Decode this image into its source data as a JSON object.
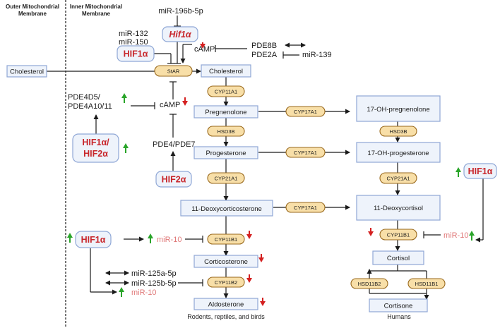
{
  "headers": {
    "outer_membrane": [
      "Outer Mitochondrial",
      "Membrane"
    ],
    "inner_membrane": [
      "Inner Mitochondrial",
      "Membrane"
    ]
  },
  "species": {
    "rodents": "Rodents, reptiles, and birds",
    "humans": "Humans"
  },
  "metabolites": {
    "cholesterol_outer": "Cholesterol",
    "cholesterol_inner": "Cholesterol",
    "pregnenolone": "Pregnenolone",
    "progesterone": "Progesterone",
    "deoxycorticosterone": "11-Deoxycorticosterone",
    "corticosterone": "Corticosterone",
    "aldosterone": "Aldosterone",
    "oh_pregnenolone": "17-OH-pregnenolone",
    "oh_progesterone": "17-OH-progesterone",
    "deoxycortisol": "11-Deoxycortisol",
    "cortisol": "Cortisol",
    "cortisone": "Cortisone"
  },
  "enzymes": {
    "star": "StAR",
    "cyp11a1": "CYP11A1",
    "hsd3b_left": "HSD3B",
    "cyp21a1_left": "CYP21A1",
    "cyp11b1_left": "CYP11B1",
    "cyp11b2": "CYP11B2",
    "cyp17a1_1": "CYP17A1",
    "cyp17a1_2": "CYP17A1",
    "cyp17a1_3": "CYP17A1",
    "hsd3b_right": "HSD3B",
    "cyp21a1_right": "CYP21A1",
    "cyp11b1_right": "CYP11B1",
    "hsd11b2": "HSD11B2",
    "hsd11b1": "HSD11B1"
  },
  "regulators": {
    "mir196b": "miR-196b-5p",
    "mir132": "miR-132",
    "mir150": "miR-150",
    "camp_top": "cAMP",
    "pde8b": "PDE8B",
    "pde2a": "PDE2A",
    "mir139": "miR-139",
    "pde4d5": "PDE4D5/",
    "pde4a10": "PDE4A10/11",
    "camp_mid": "cAMP",
    "pde4_pde7": "PDE4/PDE7",
    "mir10_mid": "miR-10",
    "mir10_right": "miR-10",
    "mir125a": "miR-125a-5p",
    "mir125b": "miR-125b-5p",
    "mir10_bottom": "miR-10"
  },
  "hif": {
    "hif_top": "Hif1α",
    "hif_star": "HIF1α",
    "hif_dual_1": "HIF1α/",
    "hif_dual_2": "HIF2α",
    "hif2": "HIF2α",
    "hif_left": "HIF1α",
    "hif_right": "HIF1α"
  }
}
